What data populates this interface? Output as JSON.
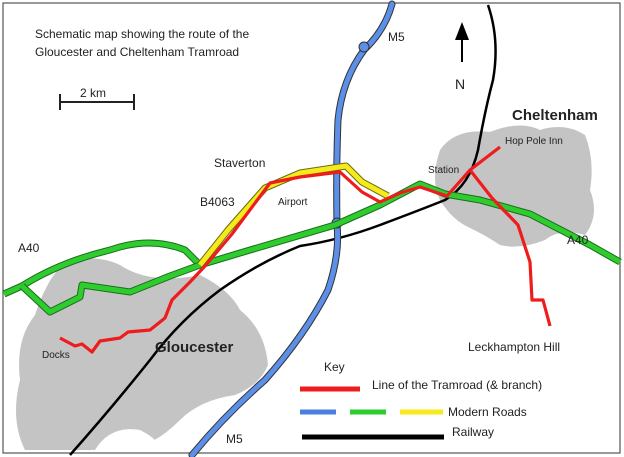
{
  "title": {
    "line1": "Schematic map showing the route of the",
    "line2": "Gloucester and Cheltenham Tramroad"
  },
  "scale": {
    "label": "2 km"
  },
  "north": {
    "label": "N"
  },
  "places": {
    "cheltenham": "Cheltenham",
    "gloucester": "Gloucester",
    "staverton": "Staverton",
    "airport": "Airport",
    "station": "Station",
    "hop_pole_inn": "Hop Pole Inn",
    "docks": "Docks",
    "leckhampton_hill": "Leckhampton Hill"
  },
  "roads": {
    "m5_top": "M5",
    "m5_bottom": "M5",
    "a40_left": "A40",
    "a40_right": "A40",
    "b4063": "B4063"
  },
  "key": {
    "title": "Key",
    "items": [
      {
        "label": "Line of the Tramroad (& branch)",
        "color": "#ee1c1c"
      },
      {
        "label": "Modern Roads",
        "colors": [
          "#4a7fe0",
          "#2ecc2e",
          "#f4ea1c"
        ]
      },
      {
        "label": "Railway",
        "color": "#000000"
      }
    ]
  },
  "colors": {
    "urban": "#c4c4c4",
    "motorway": "#4a7fe0",
    "a_road": "#2ecc2e",
    "b_road": "#f4ea1c",
    "tramroad": "#ee1c1c",
    "railway": "#000000"
  }
}
